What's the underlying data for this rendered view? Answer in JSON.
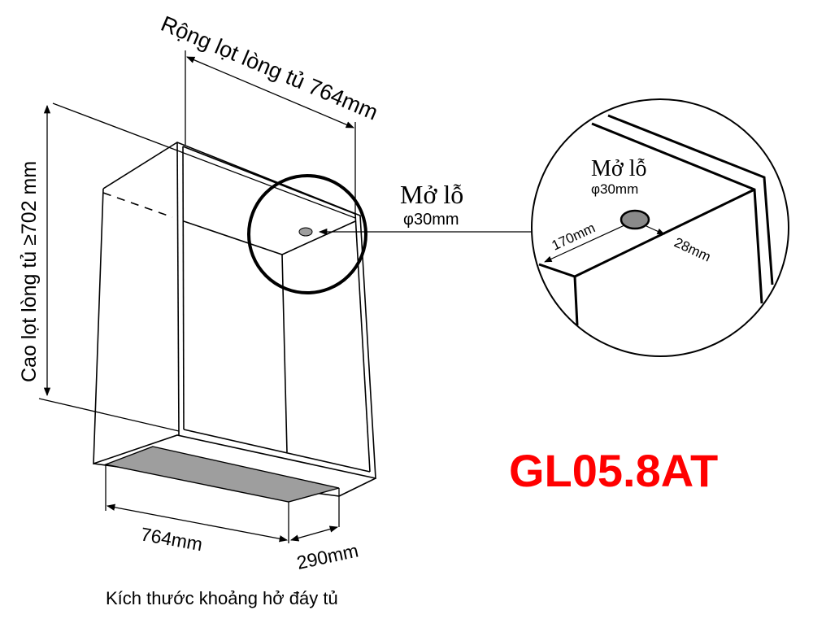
{
  "labels": {
    "width_dim": "Rộng lọt lòng tủ 764mm",
    "height_dim": "Cao lọt lòng tủ ≥702 mm",
    "hole_title": "Mở lỗ",
    "hole_diameter": "φ30mm",
    "detail_hole_title": "Mở lỗ",
    "detail_hole_diameter": "φ30mm",
    "detail_offset_left": "170mm",
    "detail_offset_front": "28mm",
    "bottom_width": "764mm",
    "bottom_depth": "290mm",
    "caption": "Kích thước khoảng hở đáy tủ"
  },
  "model": "GL05.8AT",
  "colors": {
    "model": "#ff0000",
    "plate": "#9e9e9e",
    "line": "#000000"
  }
}
